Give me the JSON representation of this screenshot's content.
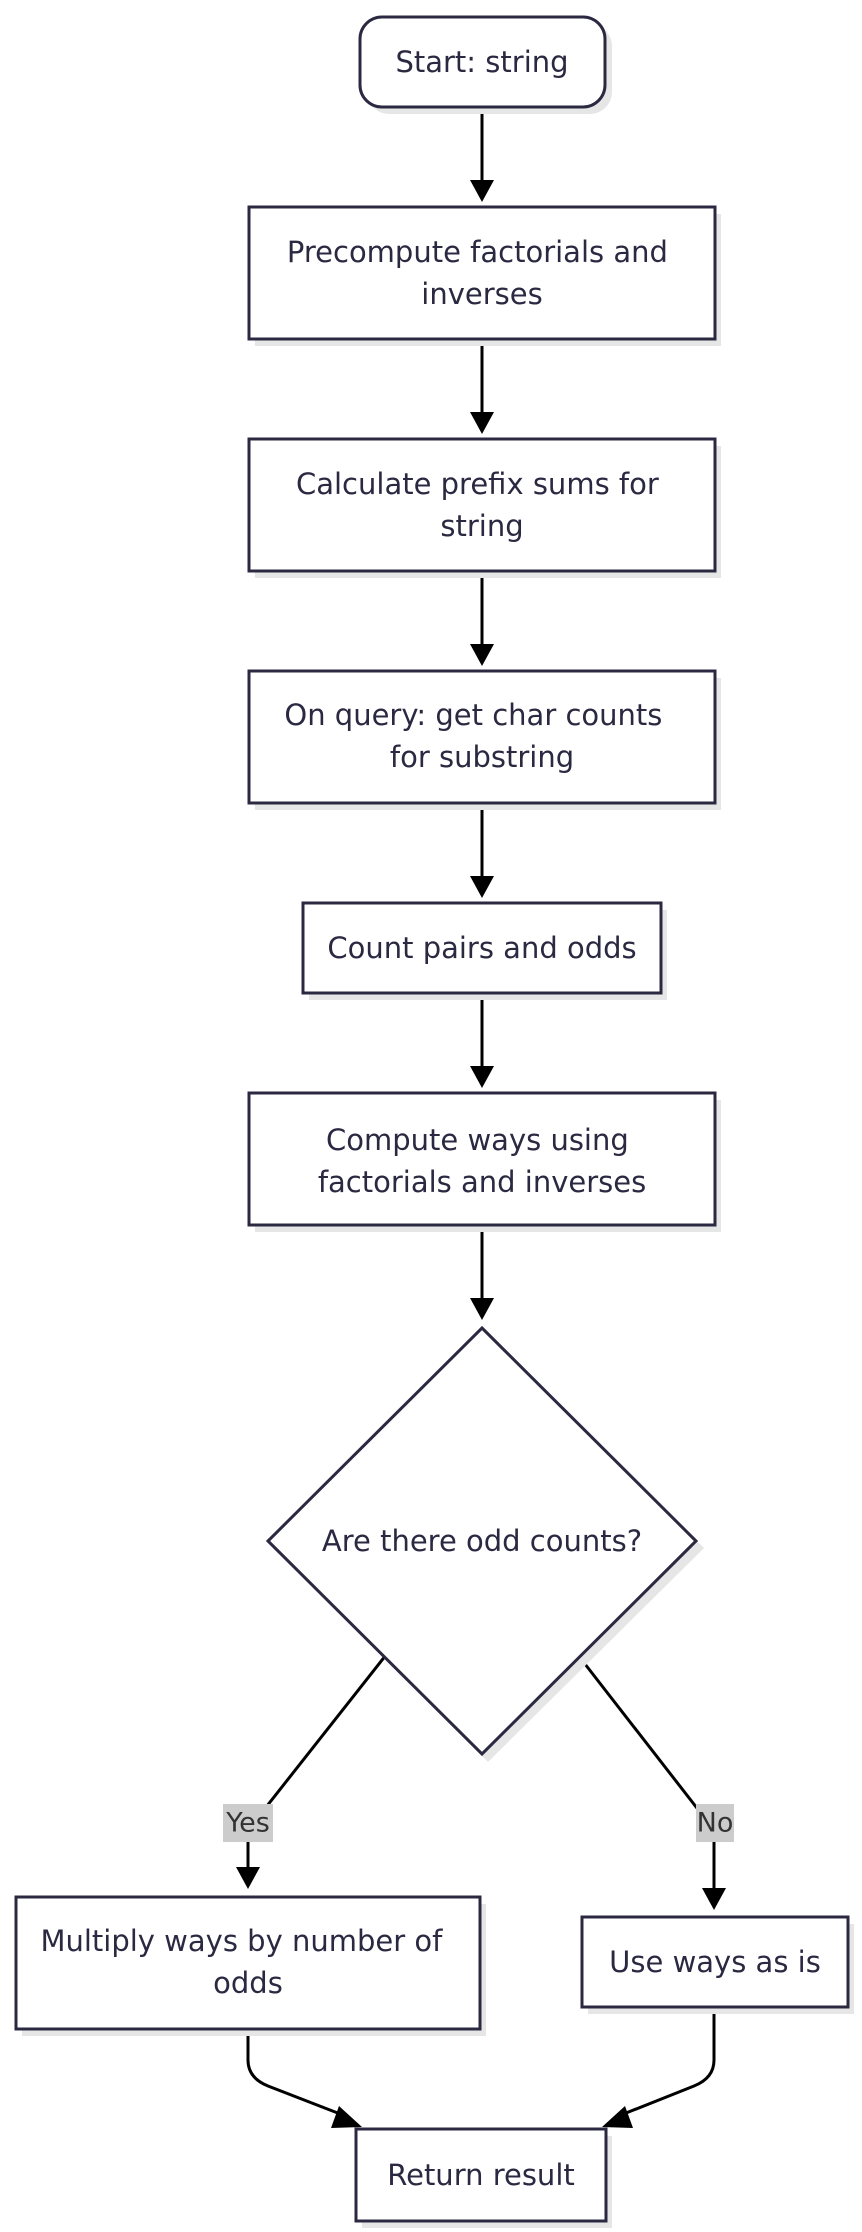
{
  "diagram": {
    "nodes": {
      "start": {
        "lines": [
          "Start: string"
        ]
      },
      "precompute": {
        "lines": [
          "Precompute factorials and",
          "inverses"
        ]
      },
      "prefix": {
        "lines": [
          "Calculate prefix sums for",
          "string"
        ]
      },
      "query": {
        "lines": [
          "On query: get char counts",
          "for substring"
        ]
      },
      "count": {
        "lines": [
          "Count pairs and odds"
        ]
      },
      "compute": {
        "lines": [
          "Compute ways using",
          "factorials and inverses"
        ]
      },
      "decision": {
        "lines": [
          "Are there odd counts?"
        ]
      },
      "multiply": {
        "lines": [
          "Multiply ways by number of",
          "odds"
        ]
      },
      "use": {
        "lines": [
          "Use ways as is"
        ]
      },
      "result": {
        "lines": [
          "Return result"
        ]
      }
    },
    "edge_labels": {
      "yes": "Yes",
      "no": "No"
    },
    "colors": {
      "node_stroke": "#2b2941",
      "node_fill": "#ffffff",
      "edge": "#000000",
      "label_bg": "#cccccc",
      "text": "#2b2941"
    }
  }
}
